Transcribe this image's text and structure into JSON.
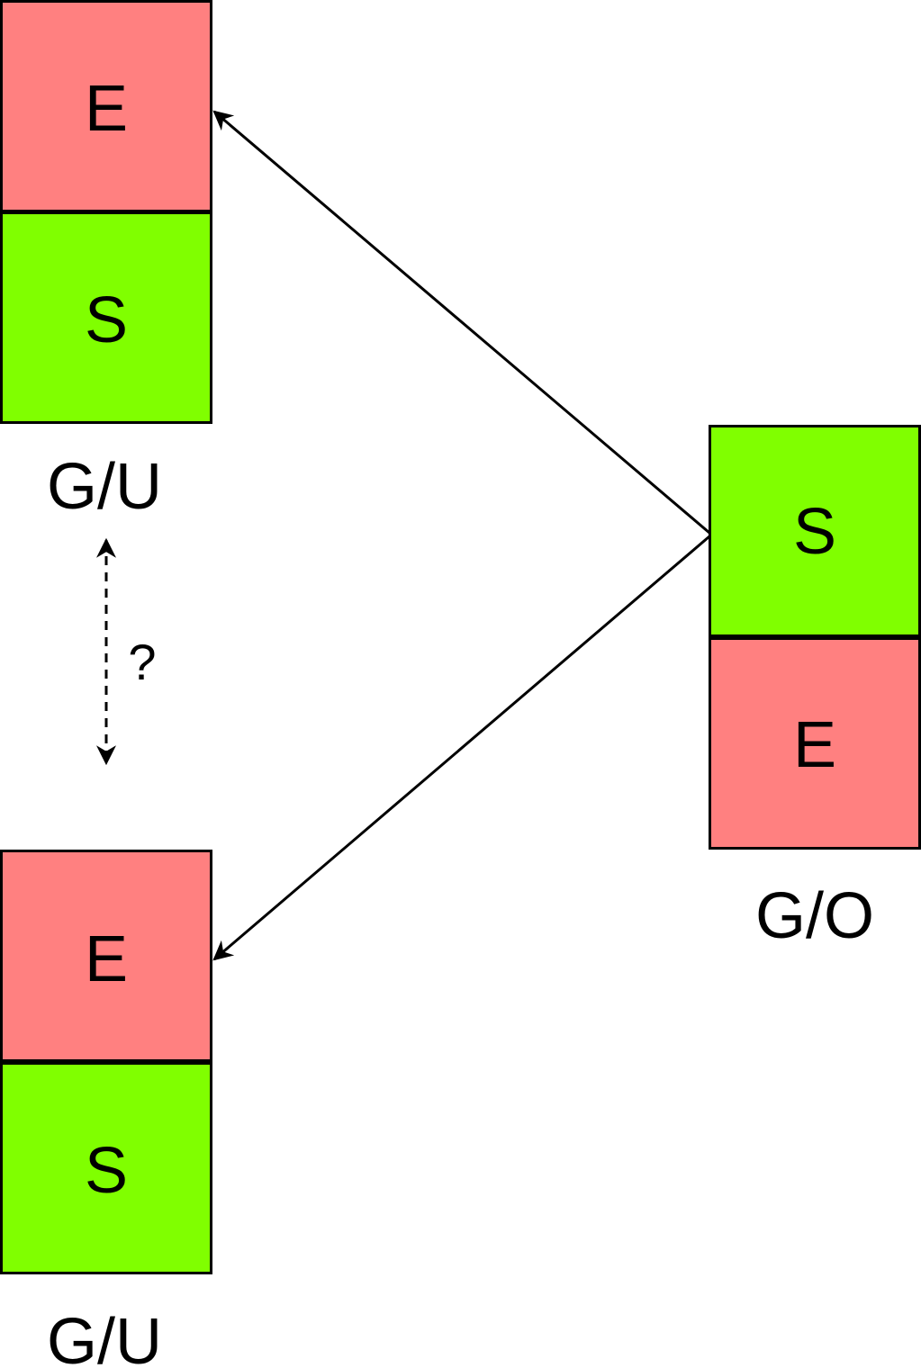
{
  "colors": {
    "E": "#ff8080",
    "S": "#80ff00",
    "stroke": "#000000",
    "background": "#ffffff"
  },
  "stacks": {
    "top_left": {
      "top": "E",
      "bottom": "S",
      "label": "G/U"
    },
    "bottom_left": {
      "top": "E",
      "bottom": "S",
      "label": "G/U"
    },
    "right": {
      "top": "S",
      "bottom": "E",
      "label": "G/O"
    }
  },
  "relation_label": "?"
}
